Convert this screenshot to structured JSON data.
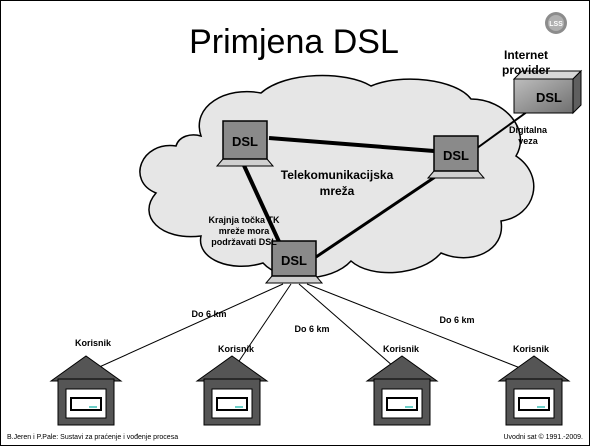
{
  "slide": {
    "title": "Primjena DSL",
    "footer_left": "B.Jeren i P.Pale: Sustavi za praćenje i vođenje procesa",
    "footer_right": "Uvodni sat © 1991.-2009.",
    "logo_text": "LSS"
  },
  "network": {
    "cloud_label_line1": "Telekomunikacijska",
    "cloud_label_line2": "mreža",
    "internet_provider_line1": "Internet",
    "internet_provider_line2": "provider",
    "digital_link_line1": "Digitalna",
    "digital_link_line2": "veza",
    "endpoint_note_line1": "Krajnja točka TK",
    "endpoint_note_line2": "mreže mora",
    "endpoint_note_line3": "podržavati DSL",
    "dsl_label": "DSL",
    "distance_label": "Do 6 km",
    "user_label": "Korisnik"
  }
}
